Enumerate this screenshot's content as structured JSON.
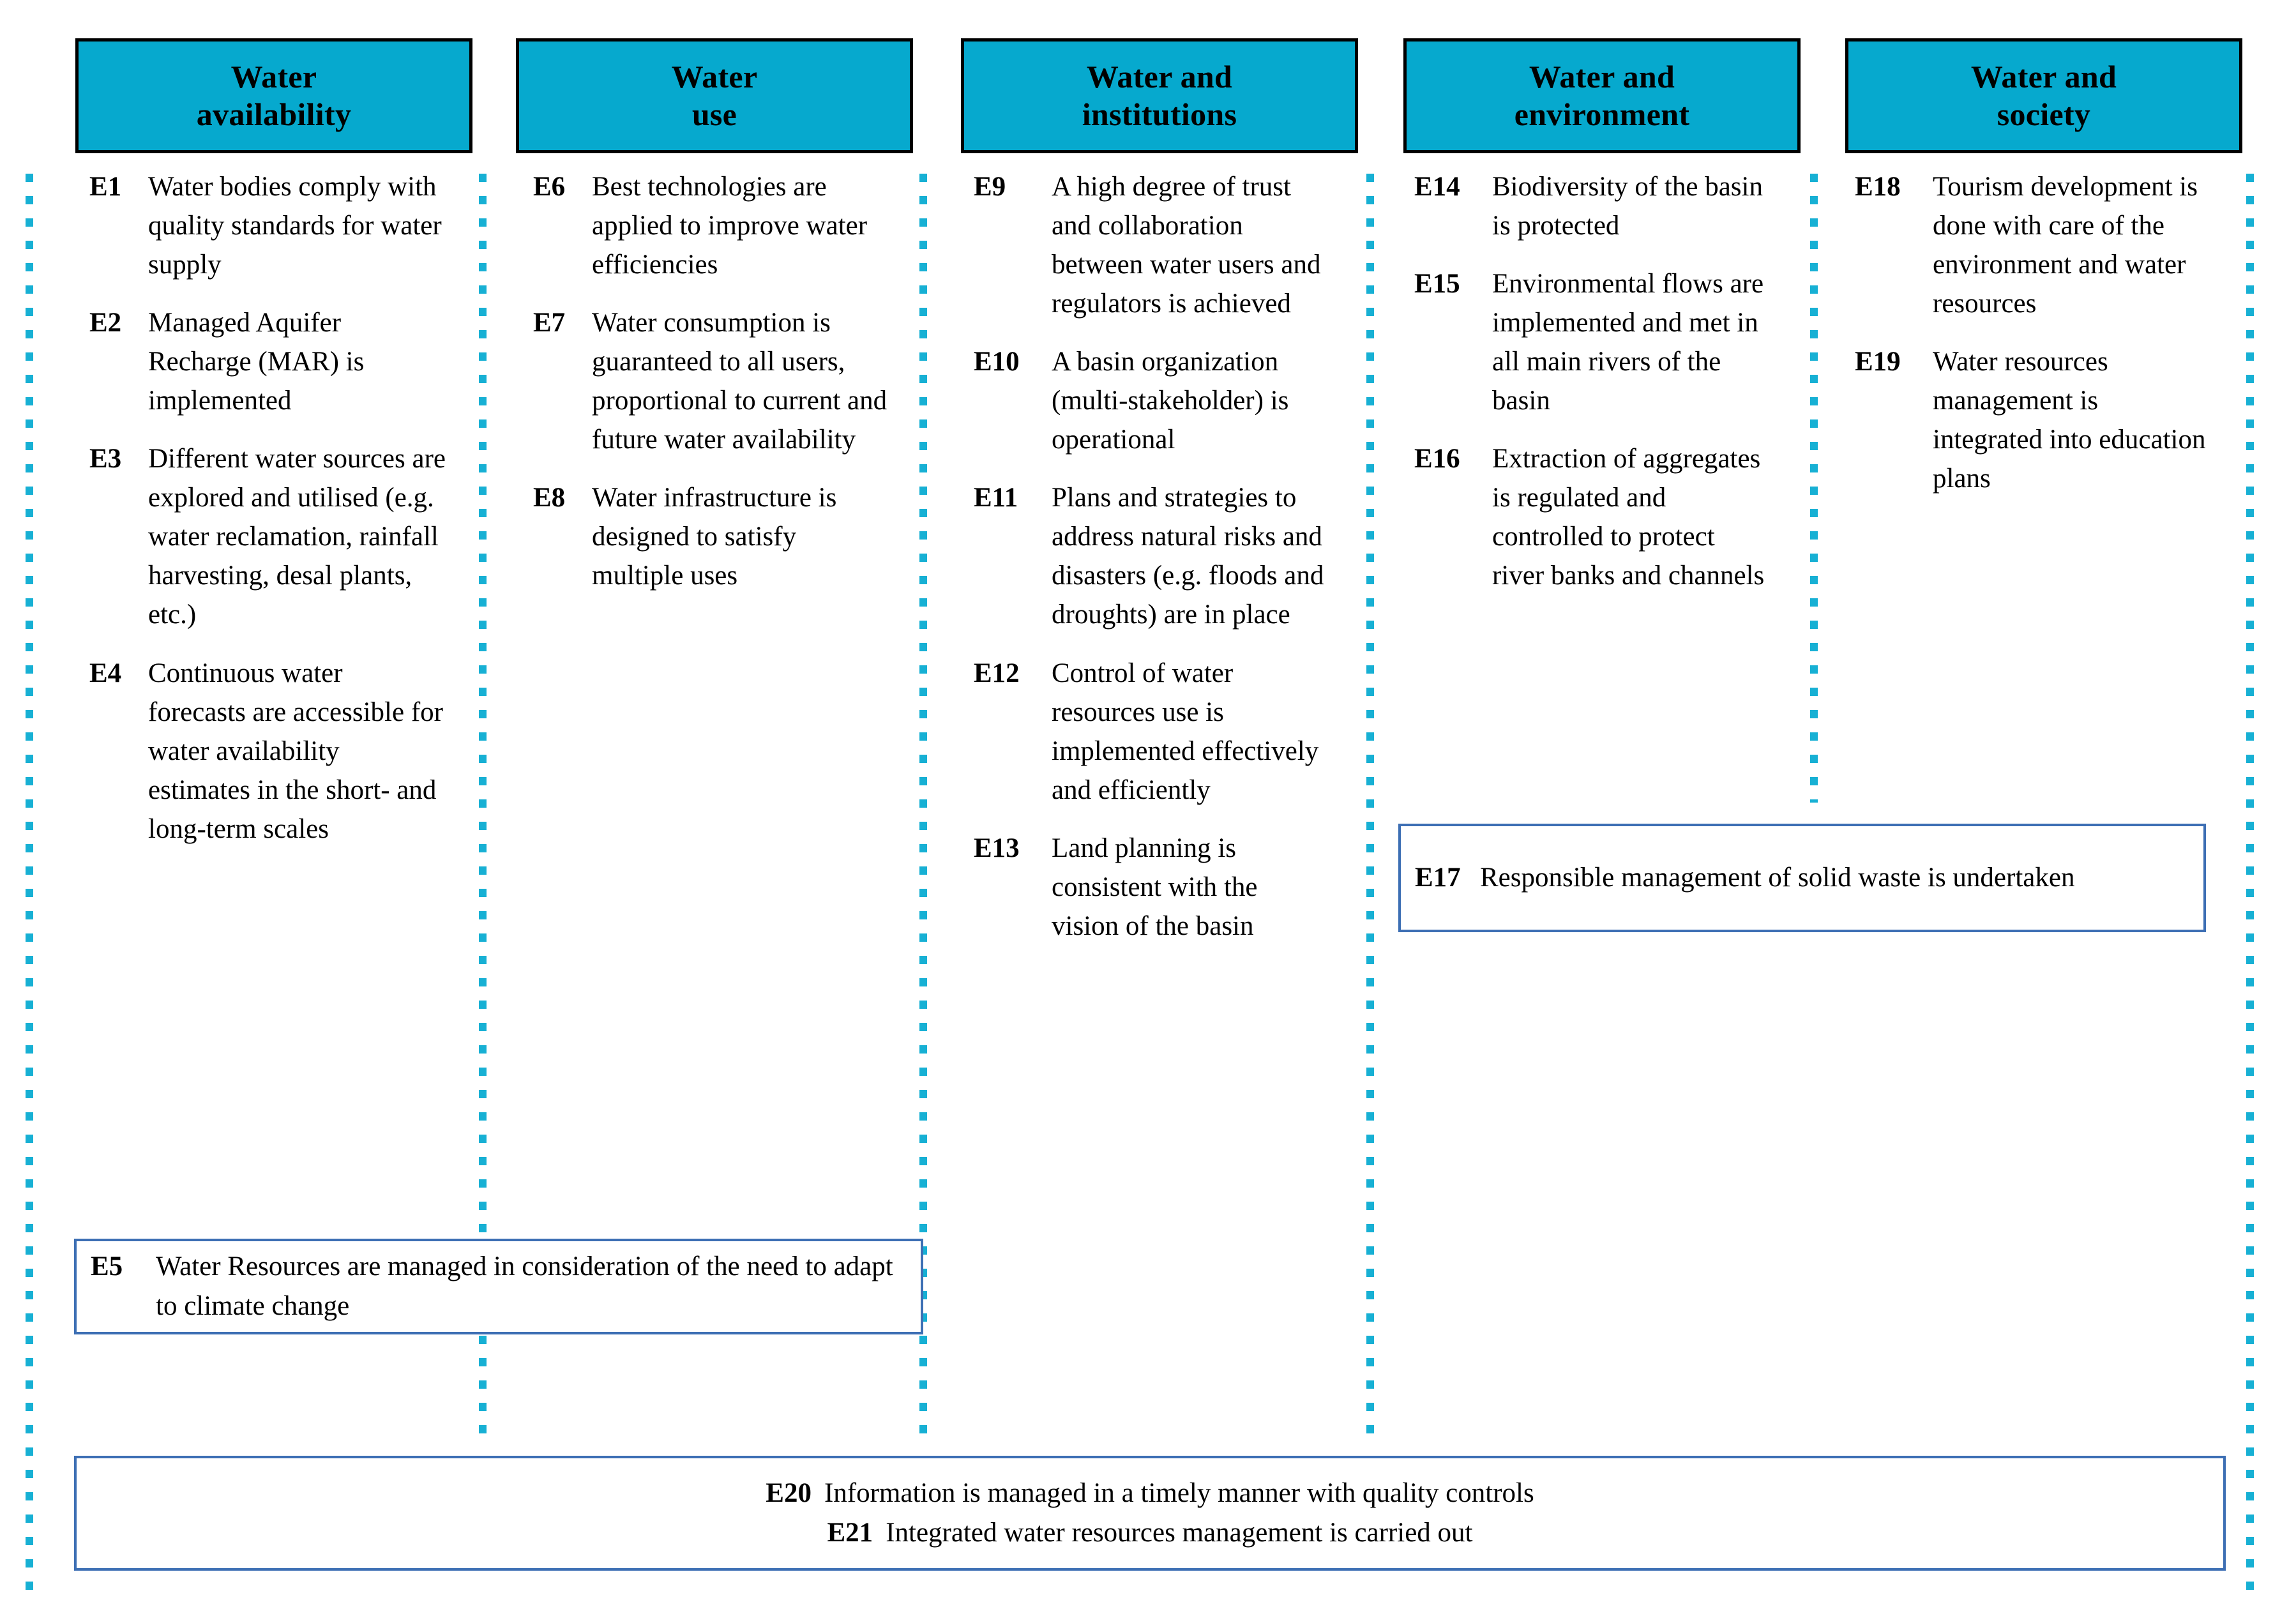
{
  "figure": {
    "title": "Water vision elements by thematic column",
    "header_fill": "#06A9CE",
    "header_border": "#000000",
    "dotted_separator_color": "#17b0d4",
    "outlined_box_border": "#3d6fb4"
  },
  "columns": [
    {
      "id": "water-availability",
      "header": "Water\navailability",
      "header_line1": "Water",
      "header_line2": "availability",
      "items": [
        {
          "code": "E1",
          "text": "Water bodies comply with quality standards for water supply"
        },
        {
          "code": "E2",
          "text": "Managed Aquifer Recharge (MAR) is implemented"
        },
        {
          "code": "E3",
          "text": "Different water sources are explored and utilised (e.g. water reclamation, rainfall harvesting, desal plants, etc.)"
        },
        {
          "code": "E4",
          "text": "Continuous water forecasts are accessible for water availability estimates in the short- and long-term scales"
        }
      ]
    },
    {
      "id": "water-use",
      "header": "Water\nuse",
      "header_line1": "Water",
      "header_line2": "use",
      "items": [
        {
          "code": "E6",
          "text": "Best technologies are applied to improve water efficiencies"
        },
        {
          "code": "E7",
          "text": "Water consumption is guaranteed to all users, proportional to current and future water availability"
        },
        {
          "code": "E8",
          "text": "Water infrastructure is designed to satisfy multiple uses"
        }
      ]
    },
    {
      "id": "water-and-institutions",
      "header": "Water and\ninstitutions",
      "header_line1": "Water and",
      "header_line2": "institutions",
      "items": [
        {
          "code": "E9",
          "text": "A high degree of trust and collaboration between water users and regulators is achieved"
        },
        {
          "code": "E10",
          "text": "A basin organization (multi-stakeholder) is operational"
        },
        {
          "code": "E11",
          "text": "Plans and strategies to address natural risks and disasters (e.g. floods and droughts) are in place"
        },
        {
          "code": "E12",
          "text": "Control of water resources use is implemented effectively and efficiently"
        },
        {
          "code": "E13",
          "text": "Land planning is consistent with the vision of the basin"
        }
      ]
    },
    {
      "id": "water-and-environment",
      "header": "Water and\nenvironment",
      "header_line1": "Water and",
      "header_line2": "environment",
      "items": [
        {
          "code": "E14",
          "text": "Biodiversity of the basin is protected"
        },
        {
          "code": "E15",
          "text": "Environmental flows are implemented and met in all main rivers of the basin"
        },
        {
          "code": "E16",
          "text": "Extraction of aggregates is regulated and controlled to protect river banks and channels"
        }
      ]
    },
    {
      "id": "water-and-society",
      "header": "Water and\nsociety",
      "header_line1": "Water and",
      "header_line2": "society",
      "items": [
        {
          "code": "E18",
          "text": "Tourism development is done with care of the environment and water resources"
        },
        {
          "code": "E19",
          "text": "Water resources management is integrated into education plans"
        }
      ]
    }
  ],
  "cross_cutting_boxes": [
    {
      "id": "e5-box",
      "span": "columns 1-2",
      "lines": [
        {
          "code": "E5",
          "text": "Water Resources are managed in consideration of the need to adapt to climate change"
        }
      ]
    },
    {
      "id": "e17-box",
      "span": "columns 4-5",
      "lines": [
        {
          "code": "E17",
          "text": "Responsible management of solid waste is undertaken"
        }
      ]
    },
    {
      "id": "e20-e21-box",
      "span": "all columns",
      "lines": [
        {
          "code": "E20",
          "text": "Information is managed in a timely manner with quality controls"
        },
        {
          "code": "E21",
          "text": "Integrated water resources management is carried out"
        }
      ]
    }
  ]
}
